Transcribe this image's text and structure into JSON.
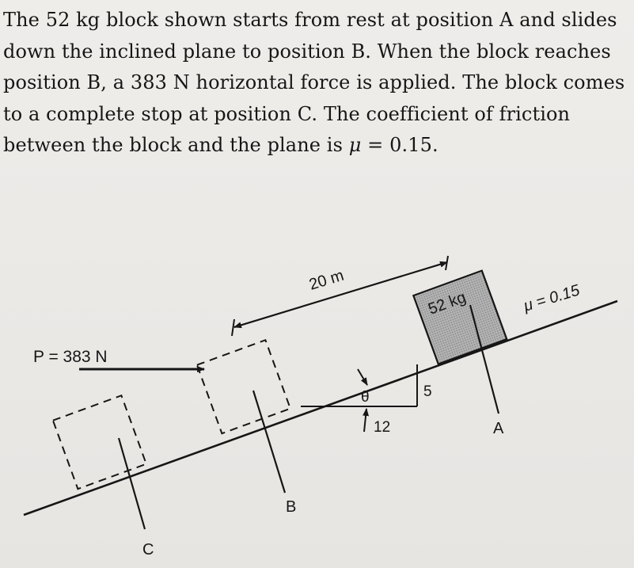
{
  "problem": {
    "text_before": "The 52 kg block shown starts from rest at position A and slides down the inclined plane to position B. When the block reaches position B, a 383 N horizontal force is applied. The block comes to a complete stop at position C. The coefficient of friction between the block and the plane is ",
    "mu_symbol": "μ",
    "mu_value": " = 0.15."
  },
  "figure": {
    "dimension_label": "20 m",
    "block_label": "52 kg",
    "friction_label": "μ = 0.15",
    "force_label": "P = 383 N",
    "angle_label": "θ",
    "slope_rise": "5",
    "slope_run": "12",
    "position_a": "A",
    "position_b": "B",
    "position_c": "C"
  },
  "colors": {
    "ink": "#161616",
    "block_fill": "#a9a9a9",
    "page_background": "#ebe9e6"
  }
}
